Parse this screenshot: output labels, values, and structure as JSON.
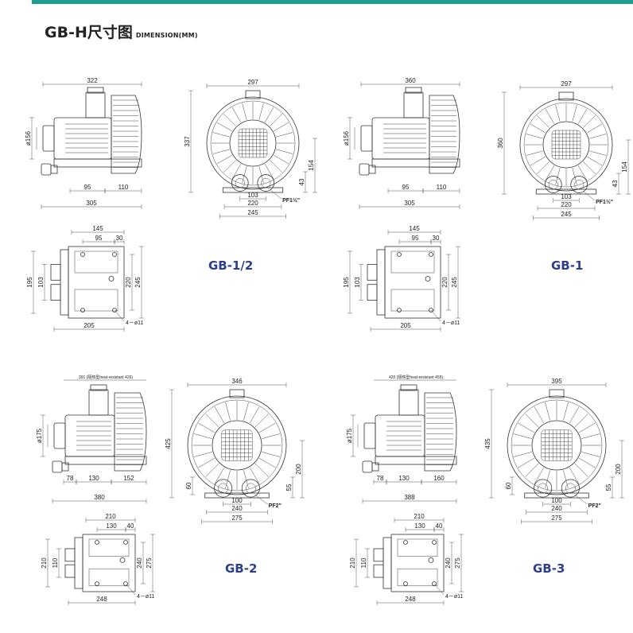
{
  "header": {
    "title": "GB-H尺寸图",
    "subtitle": "DIMENSION(MM)",
    "accent_color": "#1e9e8e"
  },
  "models": [
    {
      "name": "GB-1/2",
      "side": {
        "width": "322",
        "dia": "ø156",
        "a": "95",
        "b": "110",
        "total": "305"
      },
      "front": {
        "width": "297",
        "height": "337",
        "h1": "43",
        "h2": "154",
        "c1": "103",
        "c2": "220",
        "c3": "245",
        "port": "PF1½\""
      },
      "base": {
        "w1": "145",
        "w2": "95",
        "w3": "30",
        "h1": "195",
        "h2": "103",
        "h3": "220",
        "h4": "245",
        "len": "205",
        "holes": "4－ø11"
      }
    },
    {
      "name": "GB-1",
      "side": {
        "width": "360",
        "dia": "ø156",
        "a": "95",
        "b": "110",
        "total": "305"
      },
      "front": {
        "width": "297",
        "height": "360",
        "h1": "43",
        "h2": "154",
        "c1": "103",
        "c2": "220",
        "c3": "245",
        "port": "PF1½\""
      },
      "base": {
        "w1": "145",
        "w2": "95",
        "w3": "30",
        "h1": "195",
        "h2": "103",
        "h3": "220",
        "h4": "245",
        "len": "205",
        "holes": "4－ø11"
      }
    },
    {
      "name": "GB-2",
      "side": {
        "width": "391 (隔热型heat-resistant 426)",
        "dia": "ø175",
        "a": "78",
        "b": "130",
        "c": "152",
        "total": "380"
      },
      "front": {
        "width": "346",
        "height": "425",
        "h0": "60",
        "h1": "55",
        "h2": "200",
        "c1": "100",
        "c2": "240",
        "c3": "275",
        "port": "PF2\""
      },
      "base": {
        "w1": "210",
        "w2": "130",
        "w3": "40",
        "h1": "210",
        "h2": "110",
        "h3": "240",
        "h4": "275",
        "len": "248",
        "holes": "4－ø11"
      }
    },
    {
      "name": "GB-3",
      "side": {
        "width": "420 (隔热型heat-resistant 455)",
        "dia": "ø175",
        "a": "78",
        "b": "130",
        "c": "160",
        "total": "388"
      },
      "front": {
        "width": "395",
        "height": "435",
        "h0": "60",
        "h1": "55",
        "h2": "200",
        "c1": "100",
        "c2": "240",
        "c3": "275",
        "port": "PF2\""
      },
      "base": {
        "w1": "210",
        "w2": "130",
        "w3": "40",
        "h1": "210",
        "h2": "110",
        "h3": "240",
        "h4": "275",
        "len": "248",
        "holes": "4－ø11"
      }
    }
  ]
}
